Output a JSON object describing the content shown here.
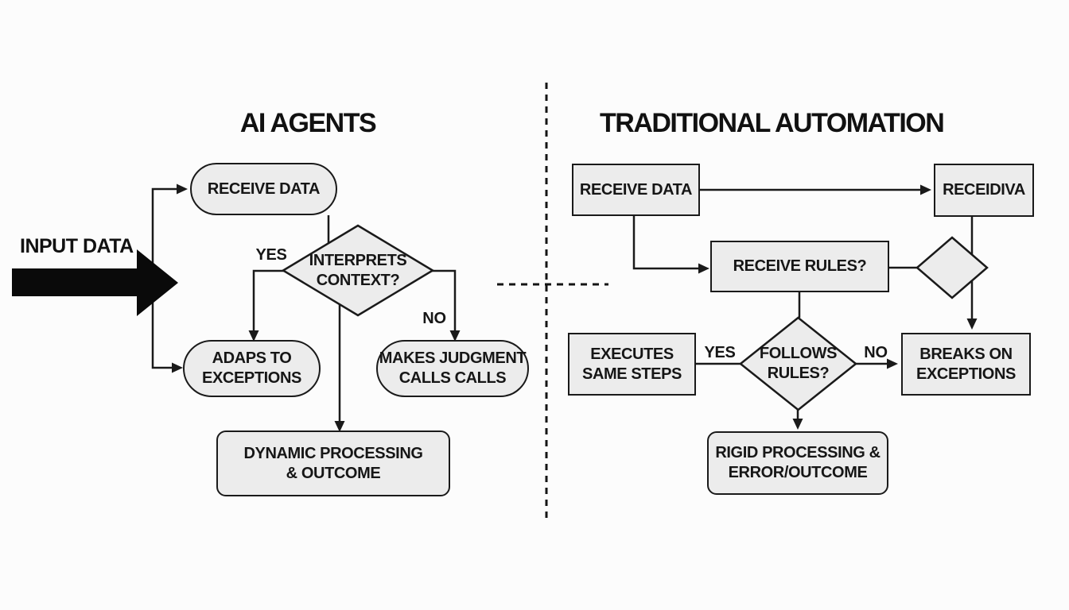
{
  "left": {
    "title": "AI AGENTS",
    "input_label": "INPUT DATA",
    "nodes": {
      "receive_data": "RECEIVE DATA",
      "interprets_context": "INTERPRETS\nCONTEXT?",
      "adapts": "ADAPS TO\nEXCEPTIONS",
      "judgment": "MAKES JUDGMENT\nCALLS CALLS",
      "outcome": "DYNAMIC PROCESSING\n& OUTCOME"
    },
    "branch_labels": {
      "yes": "YES",
      "no": "NO"
    }
  },
  "right": {
    "title": "TRADITIONAL AUTOMATION",
    "nodes": {
      "receive_data": "RECEIVE DATA",
      "receidiva": "RECEIDIVA",
      "receive_rules": "RECEIVE RULES?",
      "executes": "EXECUTES\nSAME STEPS",
      "follows_rules": "FOLLOWS\nRULES?",
      "breaks": "BREAKS ON\nEXCEPTIONS",
      "outcome": "RIGID PROCESSING &\nERROR/OUTCOME"
    },
    "branch_labels": {
      "yes": "YES",
      "no": "NO"
    }
  },
  "colors": {
    "background": "#fcfcfc",
    "node_fill": "#ececec",
    "node_border": "#1a1a1a",
    "text": "#141414",
    "input_arrow": "#0a0a0a"
  }
}
